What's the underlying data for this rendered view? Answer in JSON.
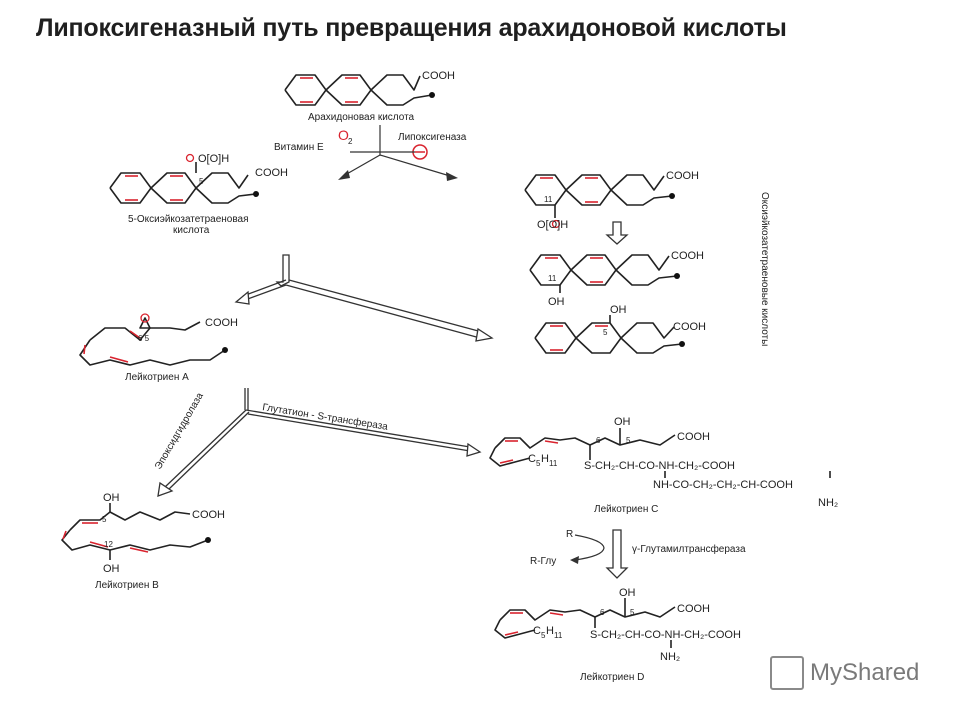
{
  "title": "Липоксигеназный путь превращения арахидоновой кислоты",
  "labels": {
    "arachidonic": "Арахидоновая   кислота",
    "vitamin_e": "Витамин E",
    "lipoxygenase": "Липоксигеназа",
    "o2": "O",
    "o2_sub": "2",
    "hete5_line1": "5-Оксиэйкозатетраеновая",
    "hete5_line2": "кислота",
    "side_vertical": "Оксиэйкозатетраеновые кислоты",
    "lta": "Лейкотриен  A",
    "epoxide_hydrolase": "Эпоксидгидролаза",
    "glutathione_transferase": "Глутатион - S-трансфераза",
    "ltb": "Лейкотриен  B",
    "ltc": "Лейкотриен  C",
    "ltd": "Лейкотриен  D",
    "r": "R",
    "r_glu": "R-Глу",
    "ggt": "γ-Глутамилтрансфераза"
  },
  "chem": {
    "cooh": "COOH",
    "oh": "OH",
    "o_oh": "O[O]H",
    "c5h11": "C",
    "c5h11_sub": "5",
    "c5h11_sub2": "H",
    "c5h11_sub3": "11",
    "ltc_chain1": "S-CH₂-CH-CO-NH-CH₂-COOH",
    "ltc_chain2": "NH-CO-CH₂-CH₂-CH-COOH",
    "nh2": "NH₂",
    "ltd_chain": "S-CH₂-CH-CO-NH-CH₂-COOH",
    "n5": "5",
    "n6": "6",
    "n11": "11",
    "n12": "12",
    "n65": "6 5"
  },
  "watermark": "MyShared"
}
